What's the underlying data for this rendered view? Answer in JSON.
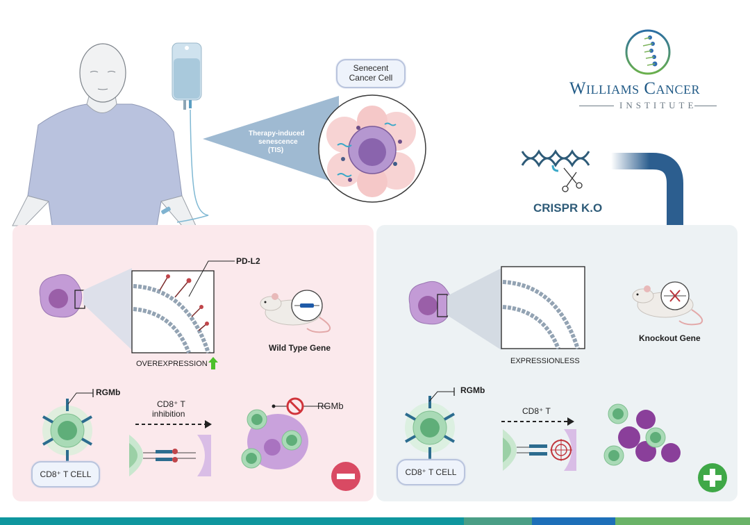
{
  "logo": {
    "title_line1": "Williams Cancer",
    "title_line2": "INSTITUTE",
    "color": "#225b87"
  },
  "top": {
    "senescent_label": "Senecent\nCancer Cell",
    "senescent_line1": "Senecent",
    "senescent_line2": "Cancer Cell",
    "tis_line1": "Therapy-induced",
    "tis_line2": "senescence",
    "tis_line3": "(TIS)",
    "crispr_label": "CRISPR K.O"
  },
  "left_panel": {
    "pdl2_label": "PD-L2",
    "overexpression_label": "OVEREXPRESSION",
    "arrow_up_icon": "green-up-arrow",
    "mouse_label": "Wild Type Gene",
    "rgmb_label": "RGMb",
    "inhibition_line1": "CD8⁺ T",
    "inhibition_line2": "inhibition",
    "blocked_rgmb_label": "RGMb",
    "cd8_cell_label": "CD8⁺ T CELL",
    "result_icon": "minus-icon",
    "background": "#fbe9ec"
  },
  "right_panel": {
    "expressionless_label": "EXPRESSIONLESS",
    "mouse_label": "Knockout Gene",
    "rgmb_label": "RGMb",
    "activation_label": "CD8⁺ T",
    "cd8_cell_label": "CD8⁺ T CELL",
    "result_icon": "plus-icon",
    "background": "#edf2f4"
  },
  "footer_bar": {
    "colors": [
      "#0f969e",
      "#4a9e86",
      "#1d6fb8",
      "#6ab368"
    ]
  }
}
